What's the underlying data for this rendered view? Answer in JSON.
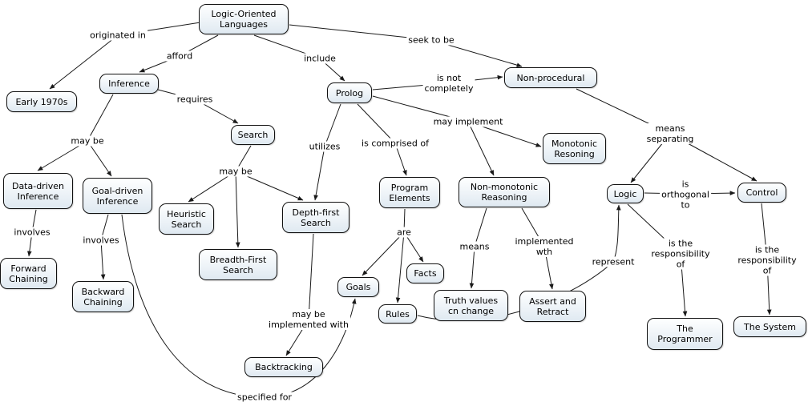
{
  "diagram": {
    "type": "concept-map",
    "topic": "Logic-Oriented Languages",
    "colors": {
      "background": "#ffffff",
      "node_fill_top": "#feffff",
      "node_fill_bottom": "#dfe9f1",
      "node_border": "#111111",
      "edge": "#1a1a1a"
    },
    "nodes": {
      "logic_oriented_languages": {
        "label": "Logic-Oriented\nLanguages"
      },
      "early_1970s": {
        "label": "Early 1970s"
      },
      "inference": {
        "label": "Inference"
      },
      "search": {
        "label": "Search"
      },
      "prolog": {
        "label": "Prolog"
      },
      "non_procedural": {
        "label": "Non-procedural"
      },
      "monotonic_resoning": {
        "label": "Monotonic\nResoning"
      },
      "data_driven_inference": {
        "label": "Data-driven\nInference"
      },
      "goal_driven_inference": {
        "label": "Goal-driven\nInference"
      },
      "heuristic_search": {
        "label": "Heuristic\nSearch"
      },
      "breadth_first_search": {
        "label": "Breadth-First\nSearch"
      },
      "depth_first_search": {
        "label": "Depth-first\nSearch"
      },
      "program_elements": {
        "label": "Program\nElements"
      },
      "non_monotonic_reasoning": {
        "label": "Non-monotonic\nReasoning"
      },
      "logic": {
        "label": "Logic"
      },
      "control": {
        "label": "Control"
      },
      "forward_chaining": {
        "label": "Forward\nChaining"
      },
      "backward_chaining": {
        "label": "Backward\nChaining"
      },
      "goals": {
        "label": "Goals"
      },
      "facts": {
        "label": "Facts"
      },
      "rules": {
        "label": "Rules"
      },
      "truth_values_cn_change": {
        "label": "Truth values\ncn change"
      },
      "assert_and_retract": {
        "label": "Assert and\nRetract"
      },
      "backtracking": {
        "label": "Backtracking"
      },
      "the_programmer": {
        "label": "The\nProgrammer"
      },
      "the_system": {
        "label": "The System"
      }
    },
    "links": {
      "originated_in": "originated in",
      "afford": "afford",
      "include": "include",
      "seek_to_be": "seek to be",
      "requires": "requires",
      "is_not_completely": "is not\ncompletely",
      "may_be_inference": "may be",
      "utilizes": "utilizes",
      "is_comprised_of": "is comprised of",
      "may_implement": "may implement",
      "means_separating": "means\nseparating",
      "may_be_search": "may be",
      "is_orthogonal_to": "is\northogonal\nto",
      "involves_data": "involves",
      "involves_goal": "involves",
      "are": "are",
      "means": "means",
      "implemented_wth": "implemented\nwth",
      "represent": "represent",
      "is_responsibility_logic": "is the\nresponsibility\nof",
      "is_responsibility_control": "is the\nresponsibility\nof",
      "may_be_implemented_with": "may be\nimplemented with",
      "specified_for": "specified for"
    }
  }
}
